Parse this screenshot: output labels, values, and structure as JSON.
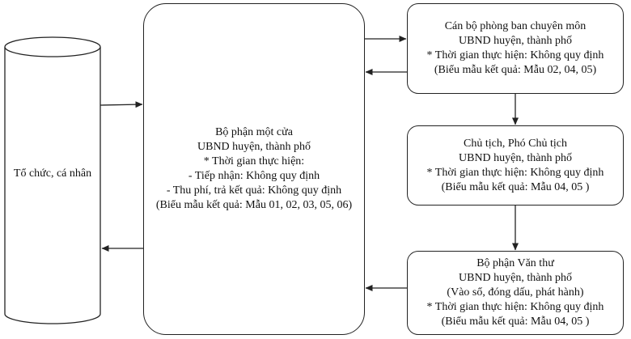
{
  "applicant": {
    "label": "Tổ chức, cá nhân"
  },
  "one_stop": {
    "lines": [
      "Bộ phận một cửa",
      "UBND huyện, thành phố",
      "* Thời gian thực hiện:",
      "- Tiếp nhận: Không quy định",
      "- Thu phí, trả kết quả: Không quy định",
      "(Biểu mẫu kết quả: Mẫu 01, 02, 03, 05, 06)"
    ]
  },
  "specialist": {
    "lines": [
      "Cán bộ phòng ban chuyên môn",
      "UBND huyện, thành phố",
      "* Thời gian thực hiện: Không quy định",
      "(Biểu mẫu kết quả: Mẫu 02, 04, 05)"
    ]
  },
  "chairman": {
    "lines": [
      "Chủ tịch, Phó Chủ tịch",
      "UBND huyện, thành phố",
      "* Thời gian thực hiện: Không quy định",
      "(Biểu mẫu kết quả: Mẫu 04, 05 )"
    ]
  },
  "clerical": {
    "lines": [
      "Bộ phận Văn thư",
      "UBND huyện, thành phố",
      "(Vào sổ, đóng dấu, phát hành)",
      "* Thời gian thực hiện: Không quy định",
      "(Biểu mẫu kết quả: Mẫu 04, 05 )"
    ]
  },
  "colors": {
    "stroke": "#222222",
    "text": "#111111",
    "background": "#ffffff"
  }
}
